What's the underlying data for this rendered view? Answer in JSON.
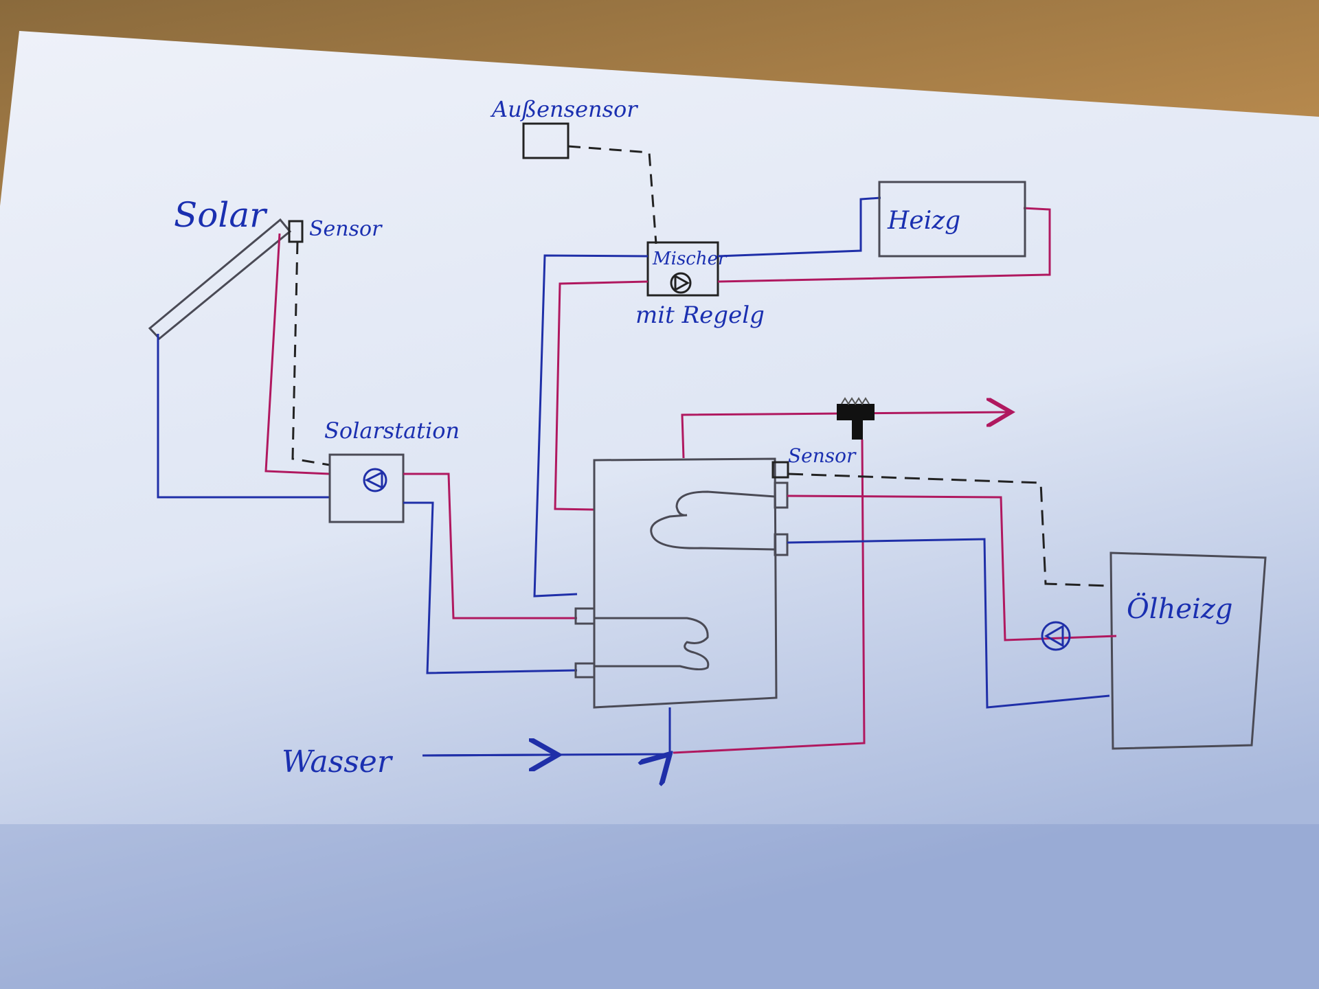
{
  "labels": {
    "solar": "Solar",
    "collector_sensor": "Sensor",
    "outdoor_sensor": "Außensensor",
    "mixer": "Mischer",
    "mixer_sub": "mit Regelg",
    "heating": "Heizg",
    "solar_station": "Solarstation",
    "tank_sensor": "Sensor",
    "oil_heating": "Ölheizg",
    "water": "Wasser"
  },
  "colors": {
    "paper": "#e6ebf6",
    "cold_pipe": "#1f2fa8",
    "hot_pipe": "#b0185f",
    "component": "#4a4a55",
    "ink": "#1a2fb0"
  }
}
